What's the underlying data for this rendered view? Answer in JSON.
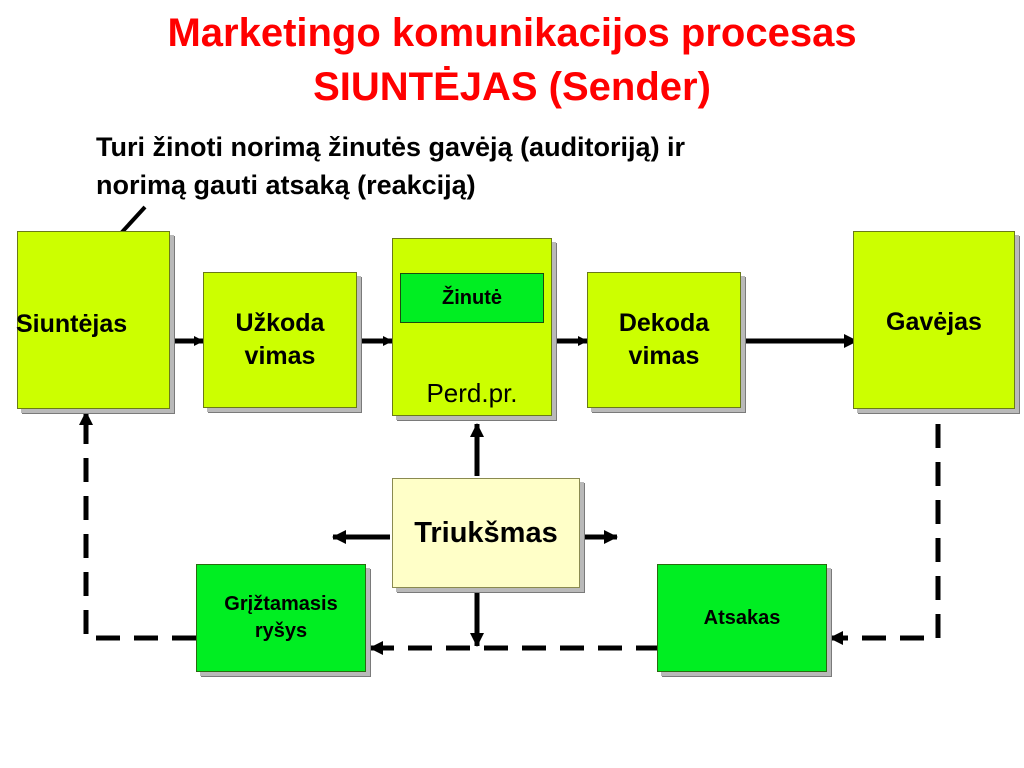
{
  "title_line1": "Marketingo komunikacijos procesas",
  "title_line2": "SIUNTĖJAS (Sender)",
  "note_line1": "Turi žinoti norimą žinutės gavėją (auditoriją) ir",
  "note_line2": "norimą gauti atsaką (reakciją)",
  "boxes": {
    "sender": "Siuntėjas",
    "encoding_line1": "Užkoda",
    "encoding_line2": "vimas",
    "message": "Žinutė",
    "channel": "Perd.pr.",
    "decoding_line1": "Dekoda",
    "decoding_line2": "vimas",
    "receiver": "Gavėjas",
    "noise": "Triukšmas",
    "feedback_line1": "Grįžtamasis",
    "feedback_line2": "ryšys",
    "response": "Atsakas"
  },
  "colors": {
    "title": "#ff0000",
    "process_box": "#ccff00",
    "message_box": "#00ee22",
    "noise_box": "#ffffc8",
    "feedback_box": "#00ee22"
  }
}
